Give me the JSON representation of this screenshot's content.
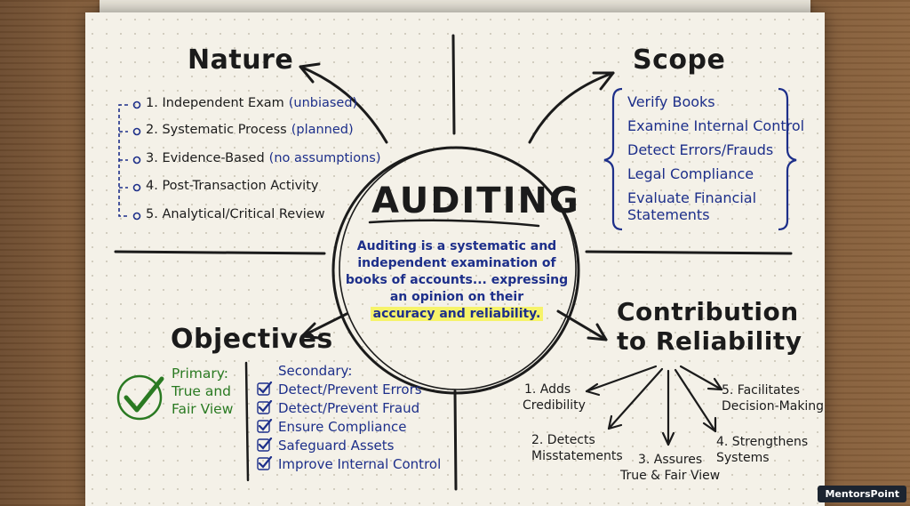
{
  "center": {
    "title": "AUDITING",
    "definition_lines": [
      "Auditing is a systematic and",
      "independent examination of",
      "books of accounts... expressing",
      "an opinion on their"
    ],
    "definition_highlight": "accuracy and reliability."
  },
  "nature": {
    "title": "Nature",
    "items": [
      {
        "text": "1. Independent Exam",
        "note": "(unbiased)"
      },
      {
        "text": "2. Systematic Process",
        "note": "(planned)"
      },
      {
        "text": "3. Evidence-Based",
        "note": "(no assumptions)"
      },
      {
        "text": "4. Post-Transaction Activity",
        "note": ""
      },
      {
        "text": "5. Analytical/Critical Review",
        "note": ""
      }
    ]
  },
  "scope": {
    "title": "Scope",
    "items": [
      "Verify Books",
      "Examine Internal Control",
      "Detect Errors/Frauds",
      "Legal Compliance",
      "Evaluate Financial",
      "Statements"
    ]
  },
  "objectives": {
    "title": "Objectives",
    "primary": [
      "Primary:",
      "True and",
      "Fair View"
    ],
    "secondary_title": "Secondary:",
    "secondary": [
      "Detect/Prevent Errors",
      "Detect/Prevent Fraud",
      "Ensure Compliance",
      "Safeguard Assets",
      "Improve Internal Control"
    ]
  },
  "contribution": {
    "title_lines": [
      "Contribution",
      "to Reliability"
    ],
    "items": [
      [
        "1. Adds",
        "Credibility"
      ],
      [
        "2. Detects",
        "Misstatements"
      ],
      [
        "3. Assures",
        "True & Fair View"
      ],
      [
        "4. Strengthens",
        "Systems"
      ],
      [
        "5. Facilitates",
        "Decision-Making"
      ]
    ]
  },
  "brand": "MentorsPoint",
  "colors": {
    "ink": "#1b1b1b",
    "blue_ink": "#1d2f8a",
    "green_ink": "#2a7a22",
    "highlight": "#f6f36a"
  }
}
